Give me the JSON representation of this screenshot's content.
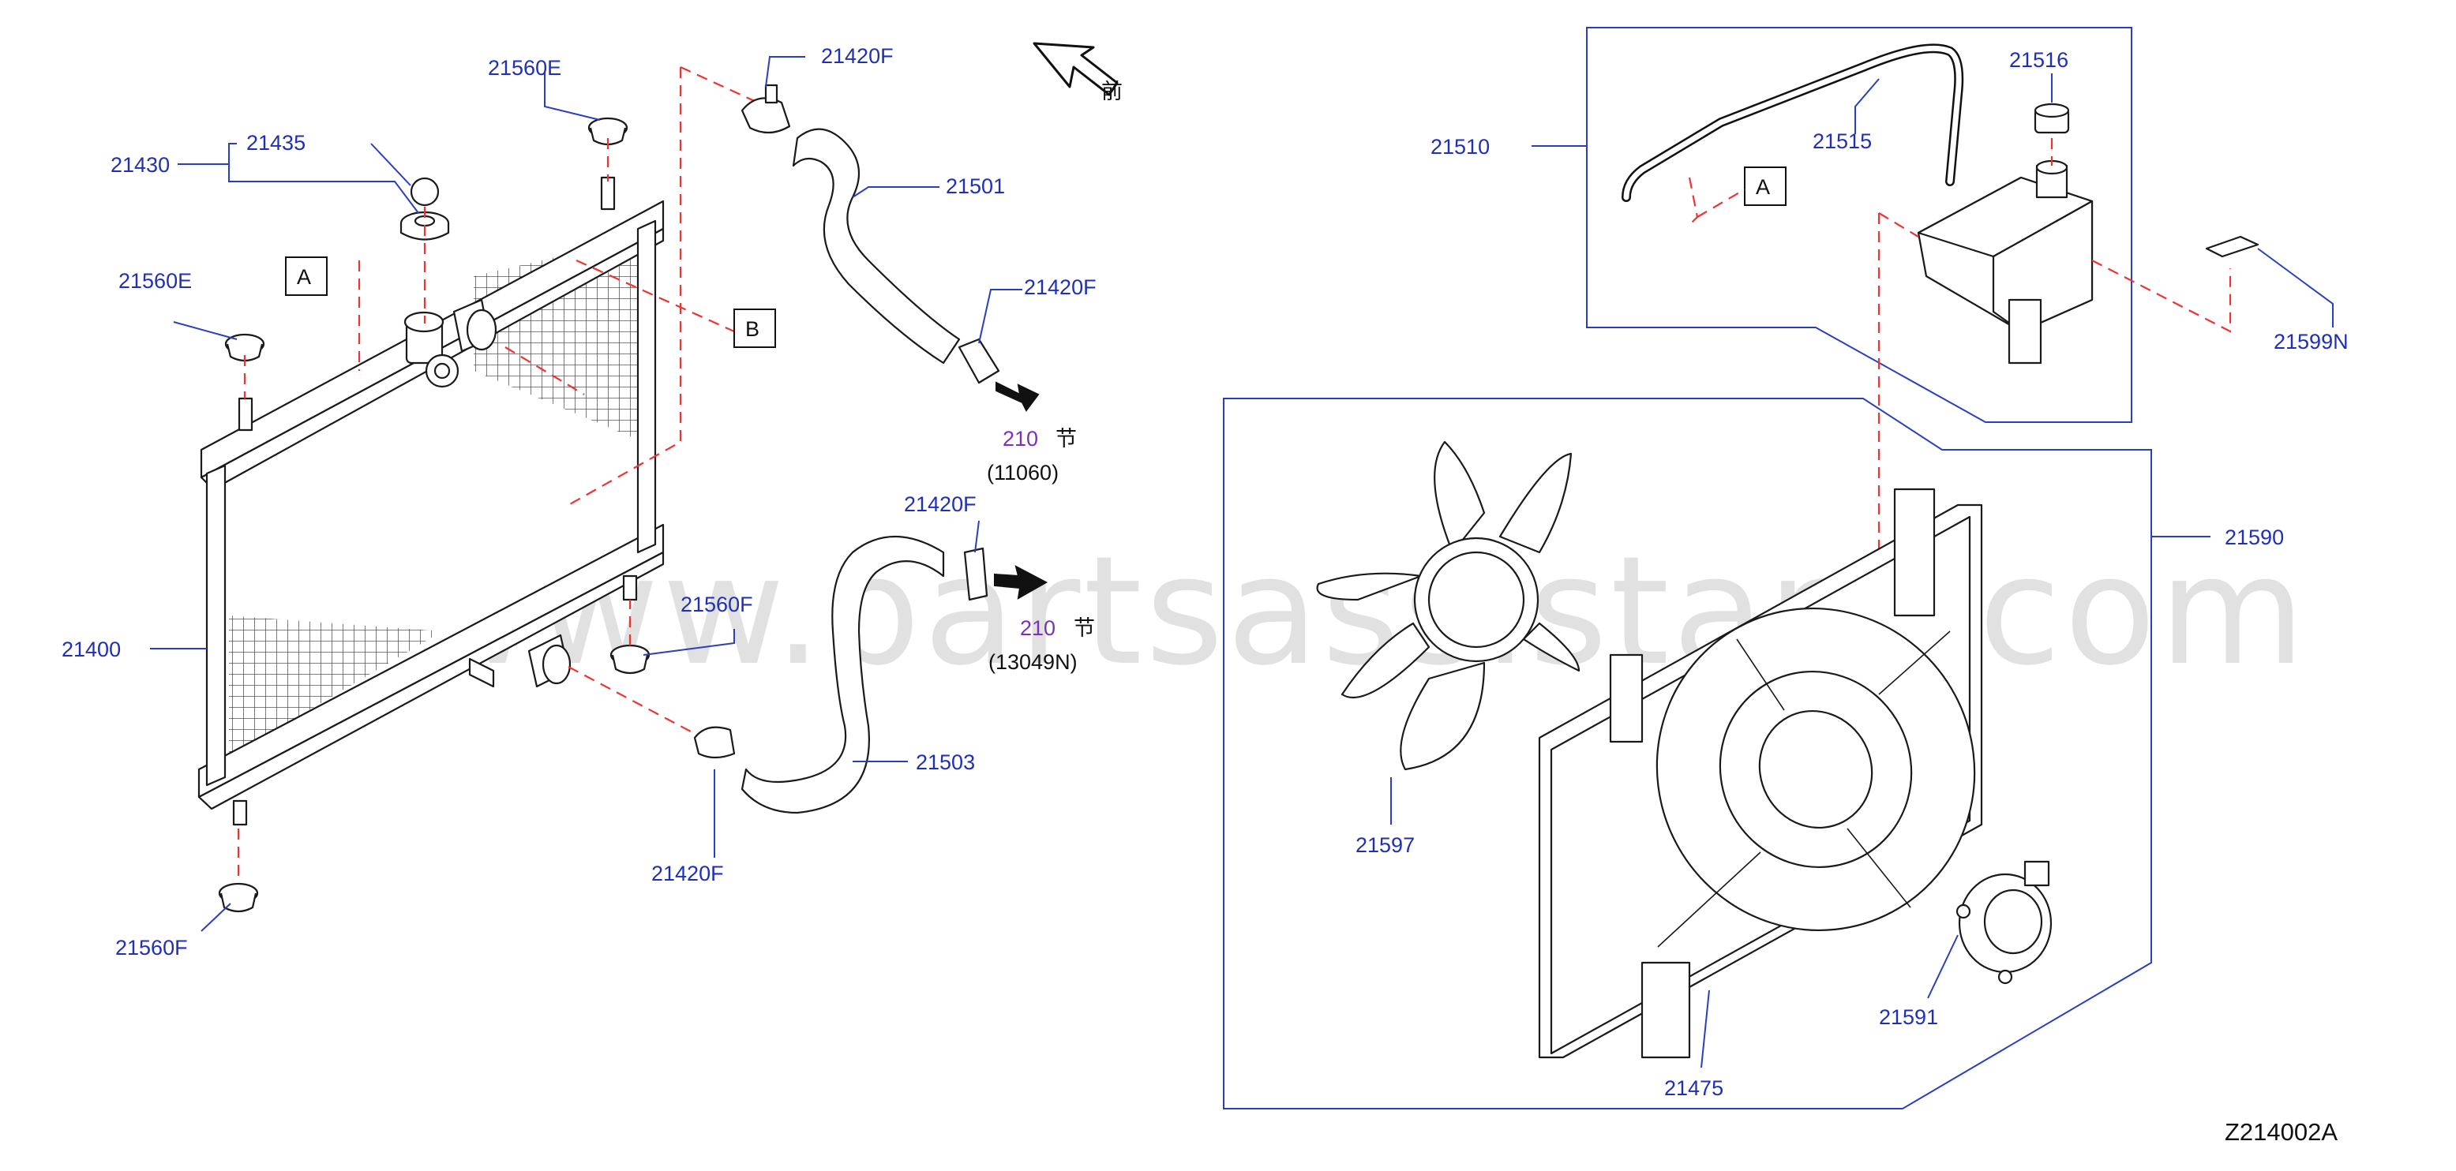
{
  "watermark": "www.partsassistant.com",
  "diagram_code": "Z214002A",
  "front_label": "前",
  "section_ref_char": "节",
  "callout_a": "A",
  "callout_b": "B",
  "refs": {
    "upper": {
      "number": "210",
      "section": "(11060)"
    },
    "lower": {
      "number": "210",
      "section": "(13049N)"
    }
  },
  "labels": {
    "p21560E_top": "21560E",
    "p21420F_top": "21420F",
    "p21435": "21435",
    "p21430": "21430",
    "p21501": "21501",
    "p21560E_left": "21560E",
    "p21420F_mid": "21420F",
    "p21420F_lower": "21420F",
    "p21560F_right": "21560F",
    "p21400": "21400",
    "p21503": "21503",
    "p21420F_bottom": "21420F",
    "p21560F_bottom": "21560F",
    "p21510": "21510",
    "p21515": "21515",
    "p21516": "21516",
    "p21599N": "21599N",
    "p21590": "21590",
    "p21597": "21597",
    "p21591": "21591",
    "p21475": "21475"
  }
}
